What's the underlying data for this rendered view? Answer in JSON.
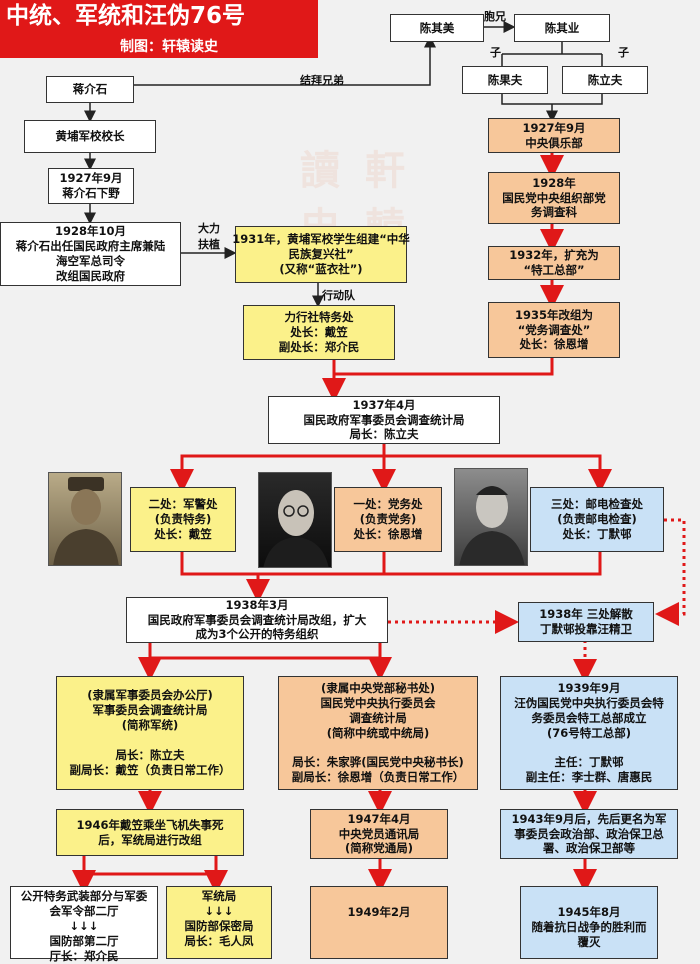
{
  "title": {
    "main": "中统、军统和汪伪76号",
    "sub": "制图：轩辕读史"
  },
  "watermark": [
    "讀",
    "軒",
    "史",
    "轅"
  ],
  "nodes": {
    "chen_qimei": "陈其美",
    "chen_qiye": "陈其业",
    "chen_guofu": "陈果夫",
    "chen_lifu": "陈立夫",
    "jiang": "蒋介石",
    "huangpu": "黄埔军校校长",
    "xiaye": [
      "1927年9月",
      "蒋介石下野"
    ],
    "zhuxi": [
      "1928年10月",
      "蒋介石出任国民政府主席兼陆",
      "海空军总司令",
      "改组国民政府"
    ],
    "fuxingshe": [
      "1931年，黄埔军校学生组建“中华",
      "民族复兴社”",
      "(又称“蓝衣社”)"
    ],
    "lixingshe": [
      "力行社特务处",
      "处长：戴笠",
      "副处长：郑介民"
    ],
    "julebu": [
      "1927年9月",
      "中央俱乐部"
    ],
    "diaochake": [
      "1928年",
      "国民党中央组织部党",
      "务调查科"
    ],
    "tegongzongbu": [
      "1932年，扩充为",
      "“特工总部”"
    ],
    "dangwu": [
      "1935年改组为",
      "“党务调查处”",
      "处长：徐恩增"
    ],
    "tongjiju": [
      "1937年4月",
      "国民政府军事委员会调查统计局",
      "局长：陈立夫"
    ],
    "erchu": [
      "二处：军警处",
      "(负责特务)",
      "处长：戴笠"
    ],
    "yichu": [
      "一处：党务处",
      "(负责党务)",
      "处长：徐恩增"
    ],
    "sanchu": [
      "三处：邮电检查处",
      "(负责邮电检查)",
      "处长：丁默邨"
    ],
    "gaizu": [
      "1938年3月",
      "国民政府军事委员会调查统计局改组，扩大",
      "成为3个公开的特务组织"
    ],
    "jiesan": [
      "1938年 三处解散",
      "丁默邨投靠汪精卫"
    ],
    "juntong": [
      "(隶属军事委员会办公厅)",
      "军事委员会调查统计局",
      "(简称军统)",
      "",
      "局长：陈立夫",
      "副局长：戴笠（负责日常工作）"
    ],
    "zhongtong": [
      "(隶属中央党部秘书处)",
      "国民党中央执行委员会",
      "调查统计局",
      "(简称中统或中统局)",
      "",
      "局长：朱家骅(国民党中央秘书长)",
      "副局长：徐恩增（负责日常工作）"
    ],
    "qishiliu": [
      "1939年9月",
      "汪伪国民党中央执行委员会特",
      "务委员会特工总部成立",
      "(76号特工总部)",
      "",
      "主任：丁默邨",
      "副主任：李士群、唐惠民"
    ],
    "daili_death": [
      "1946年戴笠乘坐飞机失事死",
      "后，军统局进行改组"
    ],
    "dangtong": [
      "1947年4月",
      "中央党员通讯局",
      "(简称党通局)"
    ],
    "gengming": [
      "1943年9月后，先后更名为军",
      "事委员会政治部、政治保卫总",
      "署、政治保卫部等"
    ],
    "guofangbu_er": [
      "公开特务武装部分与军委",
      "会军令部二厅",
      "↓↓↓",
      "国防部第二厅",
      "厅长：郑介民"
    ],
    "juntong_ju": [
      "军统局",
      "↓↓↓",
      "国防部保密局",
      "局长：毛人凤"
    ],
    "y1949": [
      "1949年2月"
    ],
    "fumie": [
      "1945年8月",
      "随着抗日战争的胜利而",
      "覆灭"
    ]
  },
  "edge_labels": {
    "paoxiong": "胞兄",
    "zi1": "子",
    "zi2": "子",
    "jiebai": "结拜兄弟",
    "dali": "大力",
    "fuzhi": "扶植",
    "xingdongdui": "行动队"
  },
  "photos": [
    "portrait-officer-icon",
    "portrait-glasses-man-icon",
    "portrait-young-man-icon"
  ],
  "colors": {
    "title_red": "#e01818",
    "line_red": "#e01818",
    "line_black": "#222222",
    "yellow": "#fbf18a",
    "orange": "#f7c79a",
    "blue": "#c9e1f6"
  }
}
